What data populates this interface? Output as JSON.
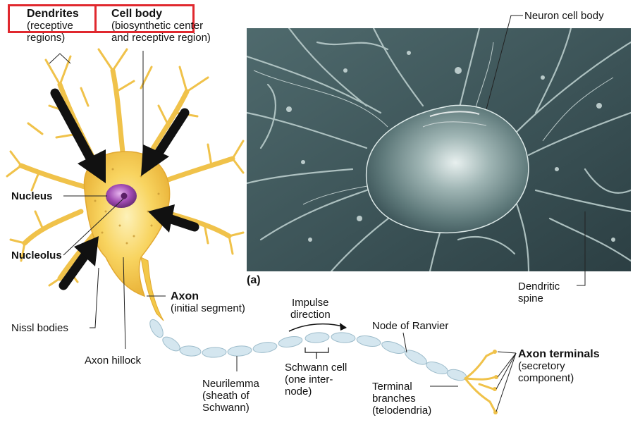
{
  "labels": {
    "dendrites": {
      "title": "Dendrites",
      "lines": [
        "(receptive",
        "regions)"
      ]
    },
    "cell_body": {
      "title": "Cell body",
      "lines": [
        "(biosynthetic center",
        "and receptive region)"
      ]
    },
    "neuron_cell_body": "Neuron cell body",
    "nucleus": "Nucleus",
    "nucleolus": "Nucleolus",
    "nissl_bodies": "Nissl bodies",
    "axon_hillock": "Axon hillock",
    "axon": {
      "title": "Axon",
      "lines": [
        "(initial segment)"
      ]
    },
    "figure_letter": "(a)",
    "impulse": [
      "Impulse",
      "direction"
    ],
    "node_of_ranvier": "Node of Ranvier",
    "dendritic_spine": [
      "Dendritic",
      "spine"
    ],
    "axon_terminals": {
      "title": "Axon terminals",
      "lines": [
        "(secretory",
        "component)"
      ]
    },
    "neurilemma": [
      "Neurilemma",
      "(sheath of",
      "Schwann)"
    ],
    "schwann_cell": [
      "Schwann cell",
      "(one inter-",
      "node)"
    ],
    "terminal_branches": [
      "Terminal",
      "branches",
      "(telodendria)"
    ]
  },
  "colors": {
    "highlight_box": "#e0282e",
    "neuron_fill": "#f6c94a",
    "neuron_core": "#fbe58a",
    "nucleus": "#8e3d9c",
    "schwann": "#d4e6ef",
    "micrograph_bg": "#3d5559",
    "arrow": "#111111"
  }
}
